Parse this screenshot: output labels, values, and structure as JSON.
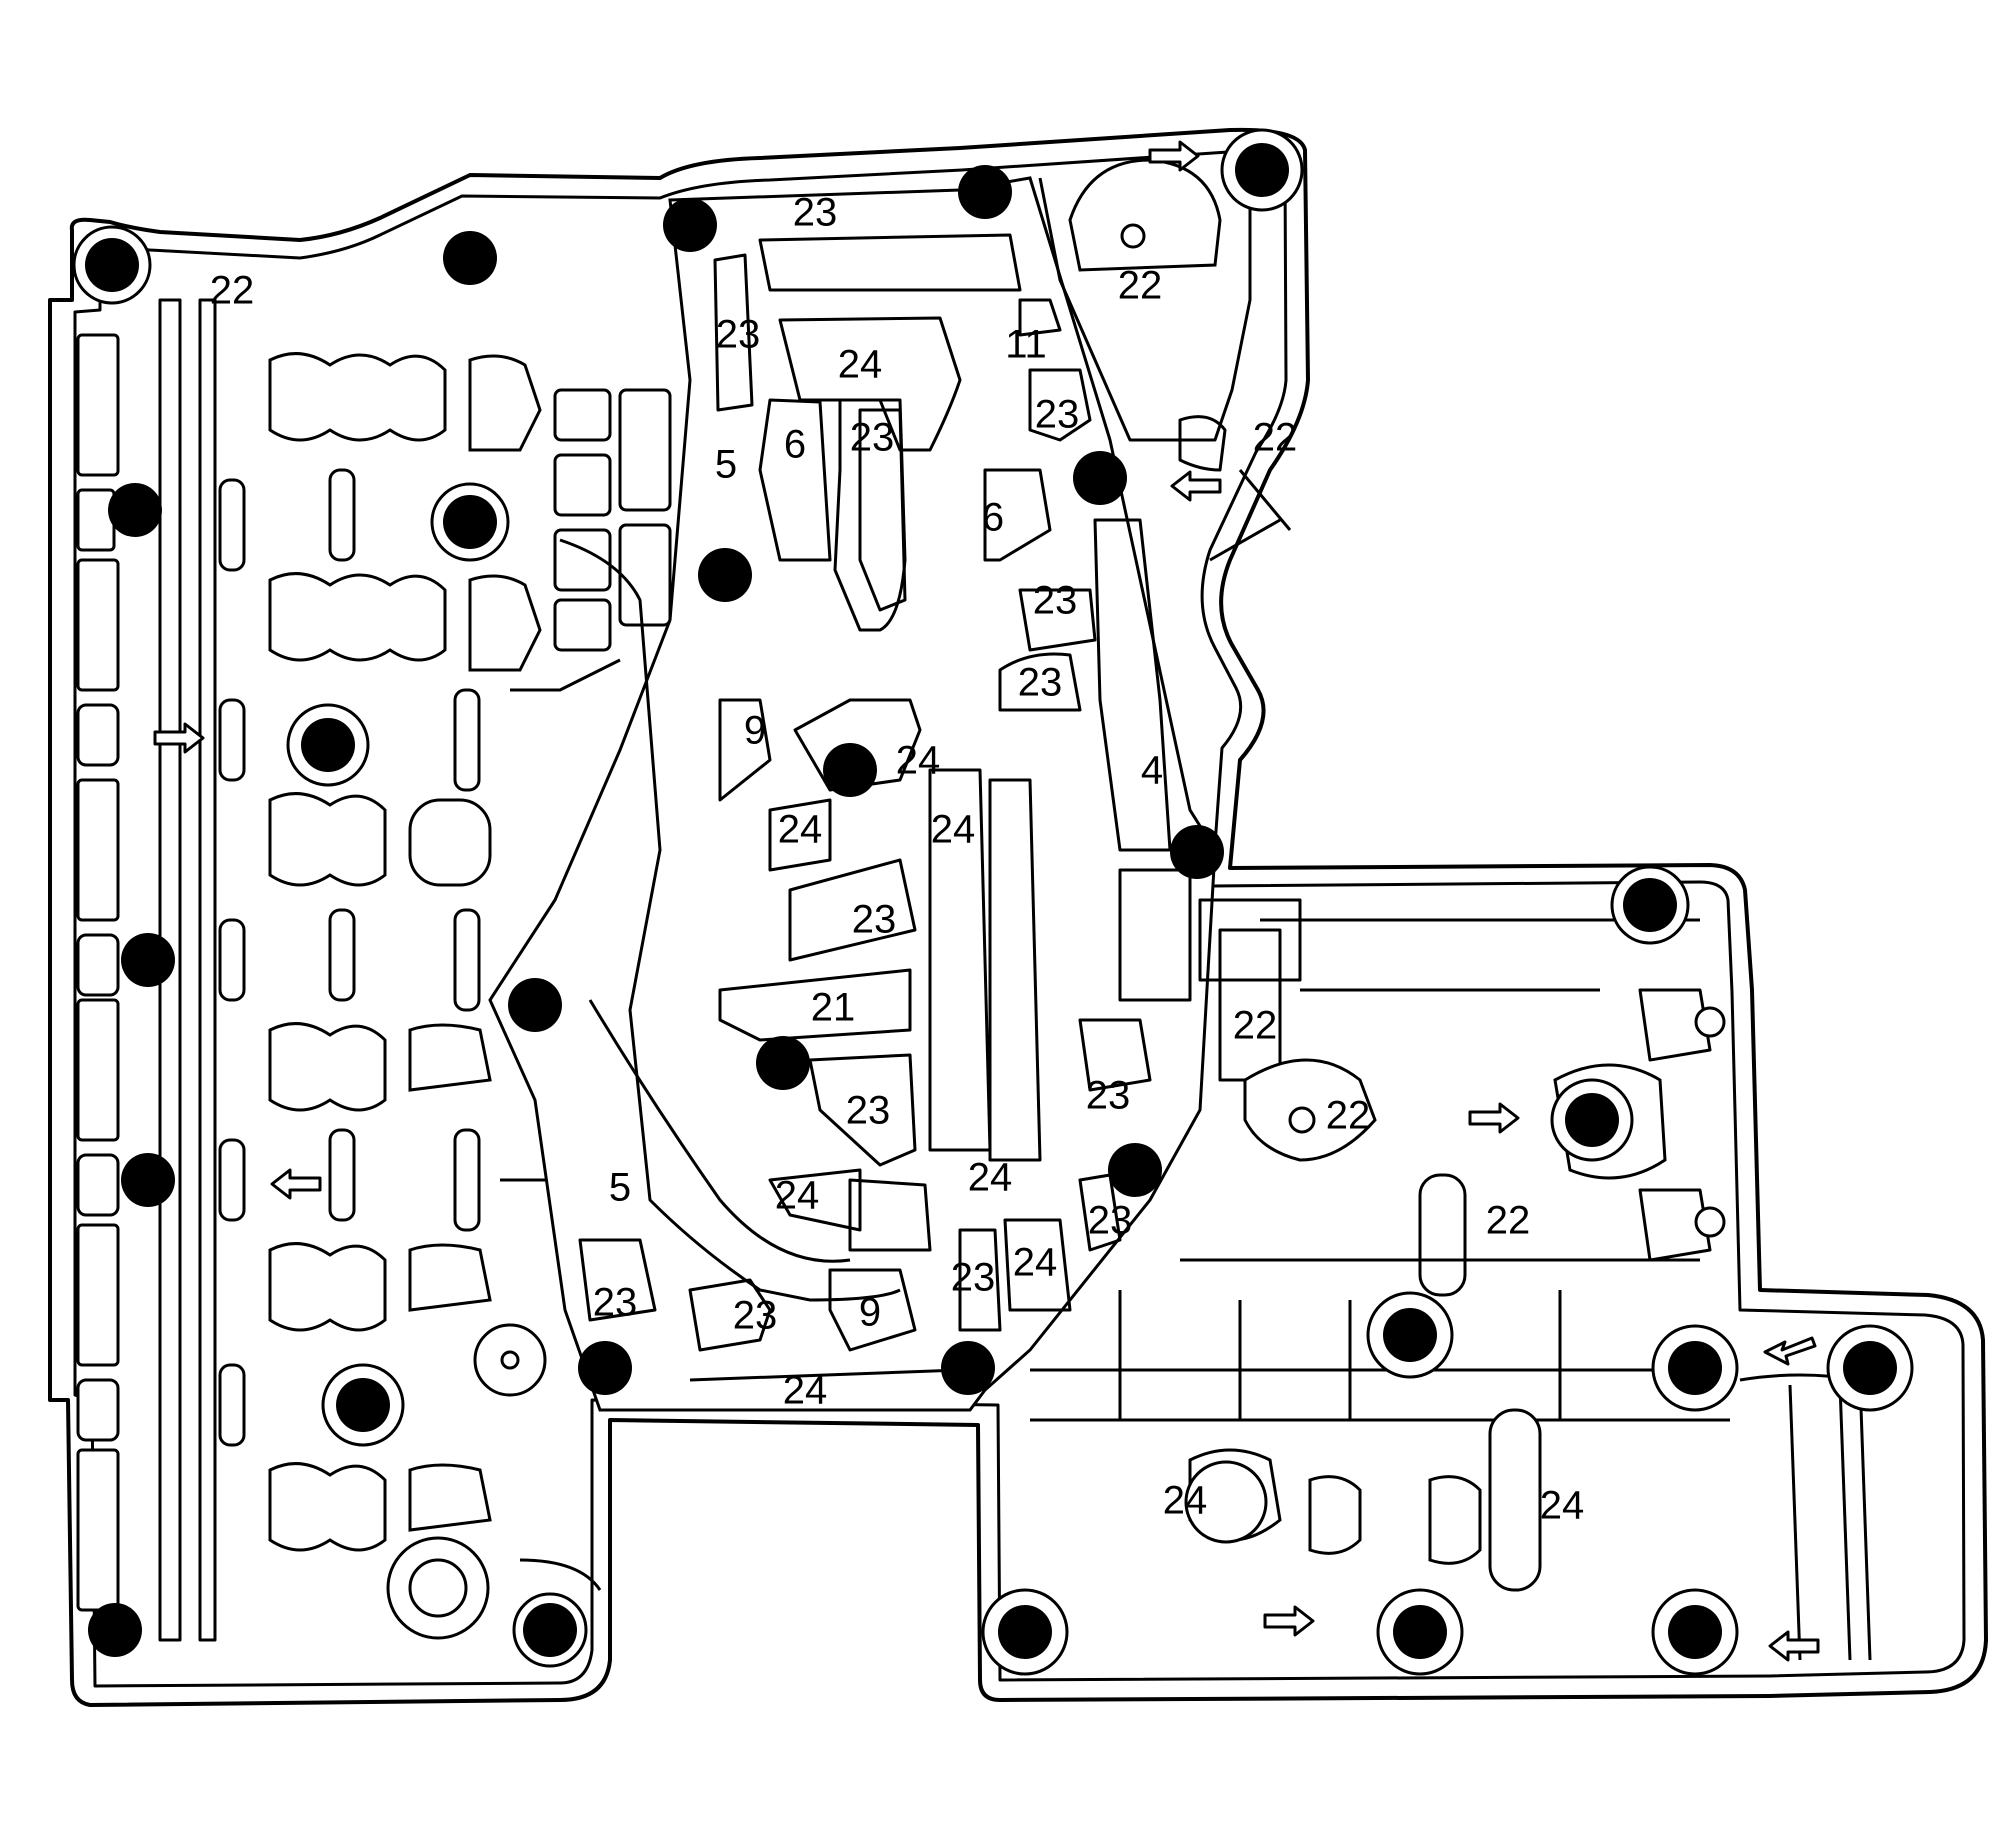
{
  "diagram": {
    "callouts": [
      {
        "id": "c1",
        "text": "23"
      },
      {
        "id": "c2",
        "text": "22"
      },
      {
        "id": "c3",
        "text": "22"
      },
      {
        "id": "c4",
        "text": "23"
      },
      {
        "id": "c5",
        "text": "11"
      },
      {
        "id": "c6",
        "text": "24"
      },
      {
        "id": "c7",
        "text": "23"
      },
      {
        "id": "c8",
        "text": "22"
      },
      {
        "id": "c9",
        "text": "6"
      },
      {
        "id": "c10",
        "text": "23"
      },
      {
        "id": "c11",
        "text": "5"
      },
      {
        "id": "c12",
        "text": "6"
      },
      {
        "id": "c13",
        "text": "23"
      },
      {
        "id": "c14",
        "text": "23"
      },
      {
        "id": "c15",
        "text": "9"
      },
      {
        "id": "c16",
        "text": "24"
      },
      {
        "id": "c17",
        "text": "4"
      },
      {
        "id": "c18",
        "text": "24"
      },
      {
        "id": "c19",
        "text": "24"
      },
      {
        "id": "c20",
        "text": "23"
      },
      {
        "id": "c21",
        "text": "21"
      },
      {
        "id": "c22",
        "text": "22"
      },
      {
        "id": "c23",
        "text": "23"
      },
      {
        "id": "c24",
        "text": "22"
      },
      {
        "id": "c25",
        "text": "23"
      },
      {
        "id": "c26",
        "text": "5"
      },
      {
        "id": "c27",
        "text": "24"
      },
      {
        "id": "c28",
        "text": "24"
      },
      {
        "id": "c29",
        "text": "23"
      },
      {
        "id": "c30",
        "text": "22"
      },
      {
        "id": "c31",
        "text": "23"
      },
      {
        "id": "c32",
        "text": "24"
      },
      {
        "id": "c33",
        "text": "23"
      },
      {
        "id": "c34",
        "text": "23"
      },
      {
        "id": "c35",
        "text": "9"
      },
      {
        "id": "c36",
        "text": "24"
      },
      {
        "id": "c37",
        "text": "24"
      },
      {
        "id": "c38",
        "text": "24"
      }
    ]
  }
}
